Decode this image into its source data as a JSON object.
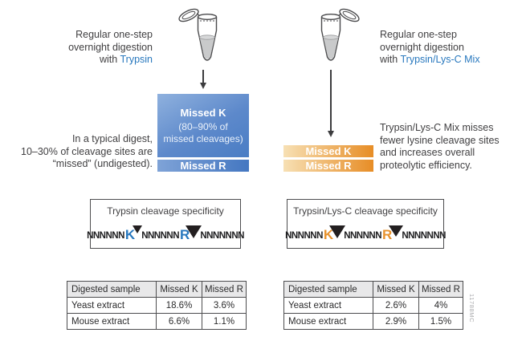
{
  "left": {
    "intro": {
      "line1": "Regular one-step",
      "line2": "overnight digestion",
      "with": "with",
      "enzyme": "Trypsin"
    },
    "missed_box": {
      "k_title": "Missed K",
      "k_sub1": "(80–90% of",
      "k_sub2": "missed cleavages)",
      "r_label": "Missed R"
    },
    "note": {
      "line1": "In a typical digest,",
      "line2": "10–30% of cleavage sites are",
      "line3": "“missed” (undigested)."
    },
    "spec": {
      "title": "Trypsin cleavage specificity",
      "n1": "NNNNNN",
      "k": "K",
      "n2": "NNNNNN",
      "r": "R",
      "n3": "NNNNNNN"
    },
    "table": {
      "headers": [
        "Digested sample",
        "Missed K",
        "Missed R"
      ],
      "rows": [
        [
          "Yeast extract",
          "18.6%",
          "3.6%"
        ],
        [
          "Mouse extract",
          "6.6%",
          "1.1%"
        ]
      ]
    }
  },
  "right": {
    "intro": {
      "line1": "Regular one-step",
      "line2": "overnight digestion",
      "with": "with",
      "enzyme": "Trypsin/Lys-C Mix"
    },
    "bars": {
      "k_label": "Missed K",
      "r_label": "Missed R"
    },
    "note": {
      "line1": "Trypsin/Lys-C Mix misses",
      "line2": "fewer lysine cleavage sites",
      "line3": "and increases overall",
      "line4": "proteolytic efficiency."
    },
    "spec": {
      "title": "Trypsin/Lys-C cleavage specificity",
      "n1": "NNNNNN",
      "k": "K",
      "n2": "NNNNNN",
      "r": "R",
      "n3": "NNNNNNN"
    },
    "table": {
      "headers": [
        "Digested sample",
        "Missed K",
        "Missed R"
      ],
      "rows": [
        [
          "Yeast extract",
          "2.6%",
          "4%"
        ],
        [
          "Mouse extract",
          "2.9%",
          "1.5%"
        ]
      ]
    }
  },
  "watermark": "11788MC",
  "colors": {
    "accent_blue": "#2878be",
    "accent_orange": "#e8922d",
    "box_blue_light": "#8fb1de",
    "box_blue_dark": "#4a7dc4",
    "bar_orange_light": "#f7e0b4",
    "bar_orange_dark": "#e78d26",
    "text": "#414042",
    "table_header_bg": "#e8e8e9"
  }
}
